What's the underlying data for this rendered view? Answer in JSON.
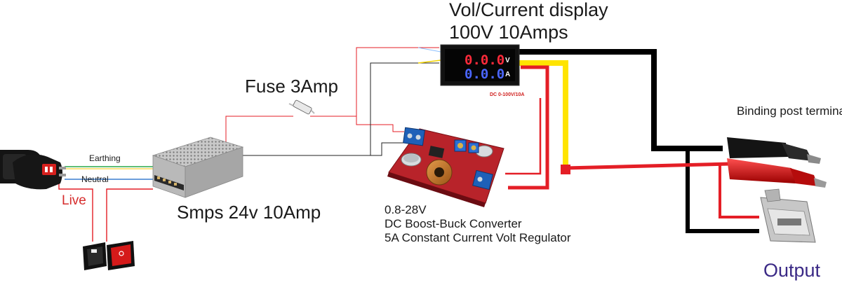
{
  "labels": {
    "display_title_line1": "Vol/Current display",
    "display_title_line2": "100V 10Amps",
    "fuse": "Fuse 3Amp",
    "smps": "Smps 24v 10Amp",
    "earthing": "Earthing",
    "neutral": "Neutral",
    "live": "Live",
    "binding_posts": "Binding post terminals",
    "converter_line1": "0.8-28V",
    "converter_line2": "DC Boost-Buck Converter",
    "converter_line3": "5A Constant Current Volt Regulator",
    "output": "Output"
  },
  "meter": {
    "volt_reading": "0.0.0",
    "amp_reading": "0.0.0",
    "volt_unit": "V",
    "amp_unit": "A",
    "rating": "DC 0-100V/10A"
  },
  "colors": {
    "wire_red": "#e41e26",
    "wire_black": "#000000",
    "wire_yellow": "#ffe400",
    "earth_green": "#2aa84a",
    "neutral_blue": "#3a7fd0",
    "live_label": "#d62c2c",
    "output_label": "#3b2a86",
    "volt_digits": "#ff2a3a",
    "amp_digits": "#4a66ff"
  }
}
